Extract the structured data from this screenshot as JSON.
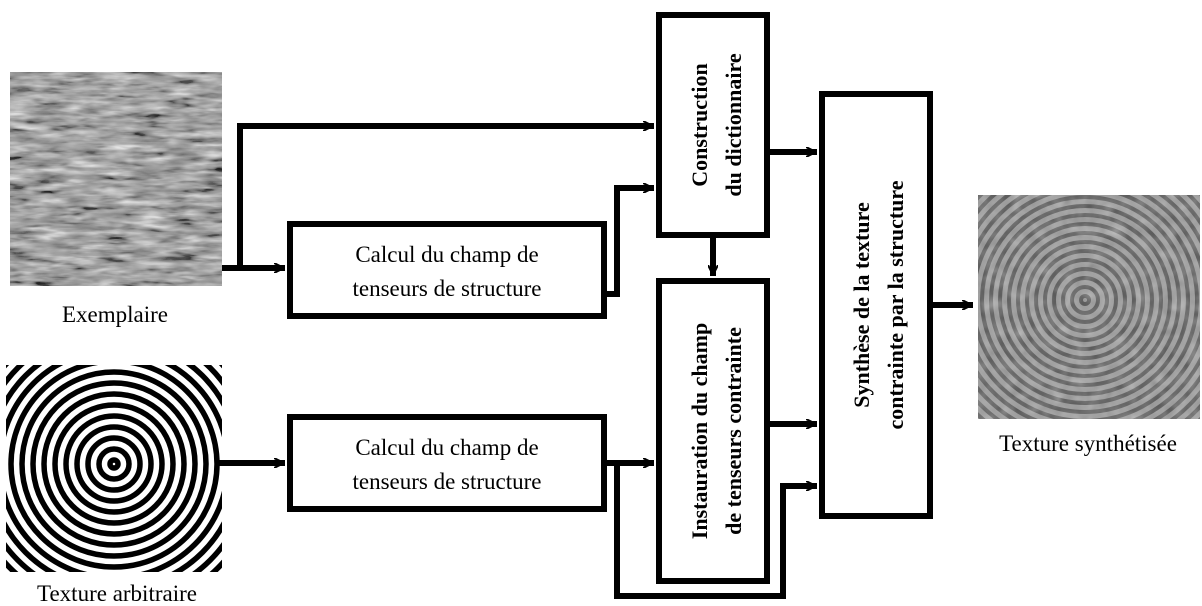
{
  "images": {
    "exemplar_caption": "Exemplaire",
    "arbitrary_caption": "Texture arbitraire",
    "output_caption": "Texture synthétisée"
  },
  "boxes": {
    "tensor_top": [
      "Calcul du champ de",
      "tenseurs de structure"
    ],
    "tensor_bottom": [
      "Calcul du champ de",
      "tenseurs de structure"
    ],
    "dictionary": [
      "Construction",
      "du dictionnaire"
    ],
    "inpainting": [
      "Instauration du champ",
      "de tenseurs contrainte"
    ],
    "synthesis": [
      "Synthèse de la texture",
      "contrainte par la structure"
    ]
  }
}
